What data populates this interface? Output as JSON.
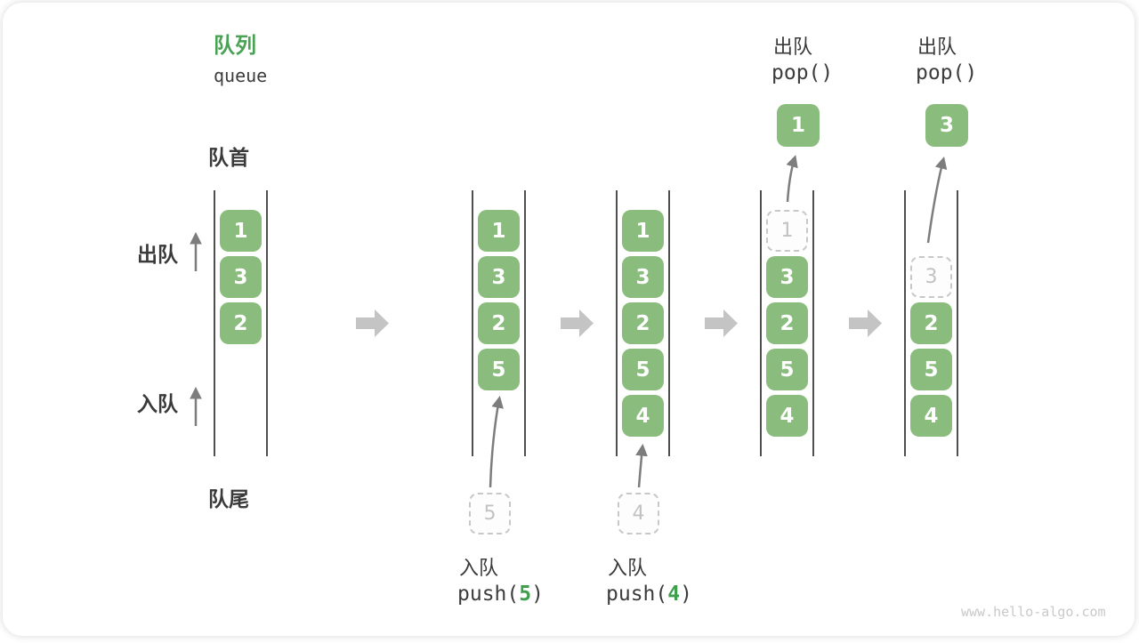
{
  "figure": {
    "title_zh": "队列",
    "title_en": "queue",
    "watermark": "www.hello-algo.com"
  },
  "labels": {
    "front": "队首",
    "rear": "队尾",
    "dequeue": "出队",
    "enqueue": "入队"
  },
  "colors": {
    "box_green": "#8abc7e",
    "accent_green": "#4aa254",
    "code_arg_green": "#3f9e4d",
    "ghost_border_gray": "#c8c8c8",
    "thin_arrow_gray": "#7d7d7d",
    "block_arrow_gray": "#c4c4c4",
    "wall_gray": "#4f4f4f"
  },
  "queues": [
    {
      "state": "initial",
      "items": [
        "1",
        "3",
        "2"
      ]
    },
    {
      "state": "after-push-5",
      "items": [
        "1",
        "3",
        "2",
        "5"
      ],
      "pending_value": "5",
      "op_label": "入队",
      "op_code_prefix": "push(",
      "op_code_arg": "5",
      "op_code_suffix": ")"
    },
    {
      "state": "after-push-4",
      "items": [
        "1",
        "3",
        "2",
        "5",
        "4"
      ],
      "pending_value": "4",
      "op_label": "入队",
      "op_code_prefix": "push(",
      "op_code_arg": "4",
      "op_code_suffix": ")"
    },
    {
      "state": "pop-1",
      "ghost_value": "1",
      "items": [
        "3",
        "2",
        "5",
        "4"
      ],
      "popped_value": "1",
      "op_label": "出队",
      "op_code": "pop()"
    },
    {
      "state": "pop-3",
      "ghost_value": "3",
      "items": [
        "2",
        "5",
        "4"
      ],
      "popped_value": "3",
      "op_label": "出队",
      "op_code": "pop()"
    }
  ]
}
